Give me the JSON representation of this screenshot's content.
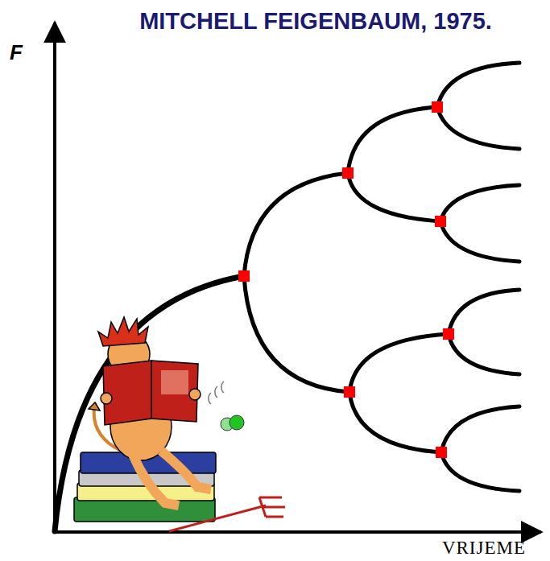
{
  "diagram": {
    "title": "MITCHELL FEIGENBAUM, 1975.",
    "labels": [
      "F",
      "VRIJEME"
    ]
  }
}
